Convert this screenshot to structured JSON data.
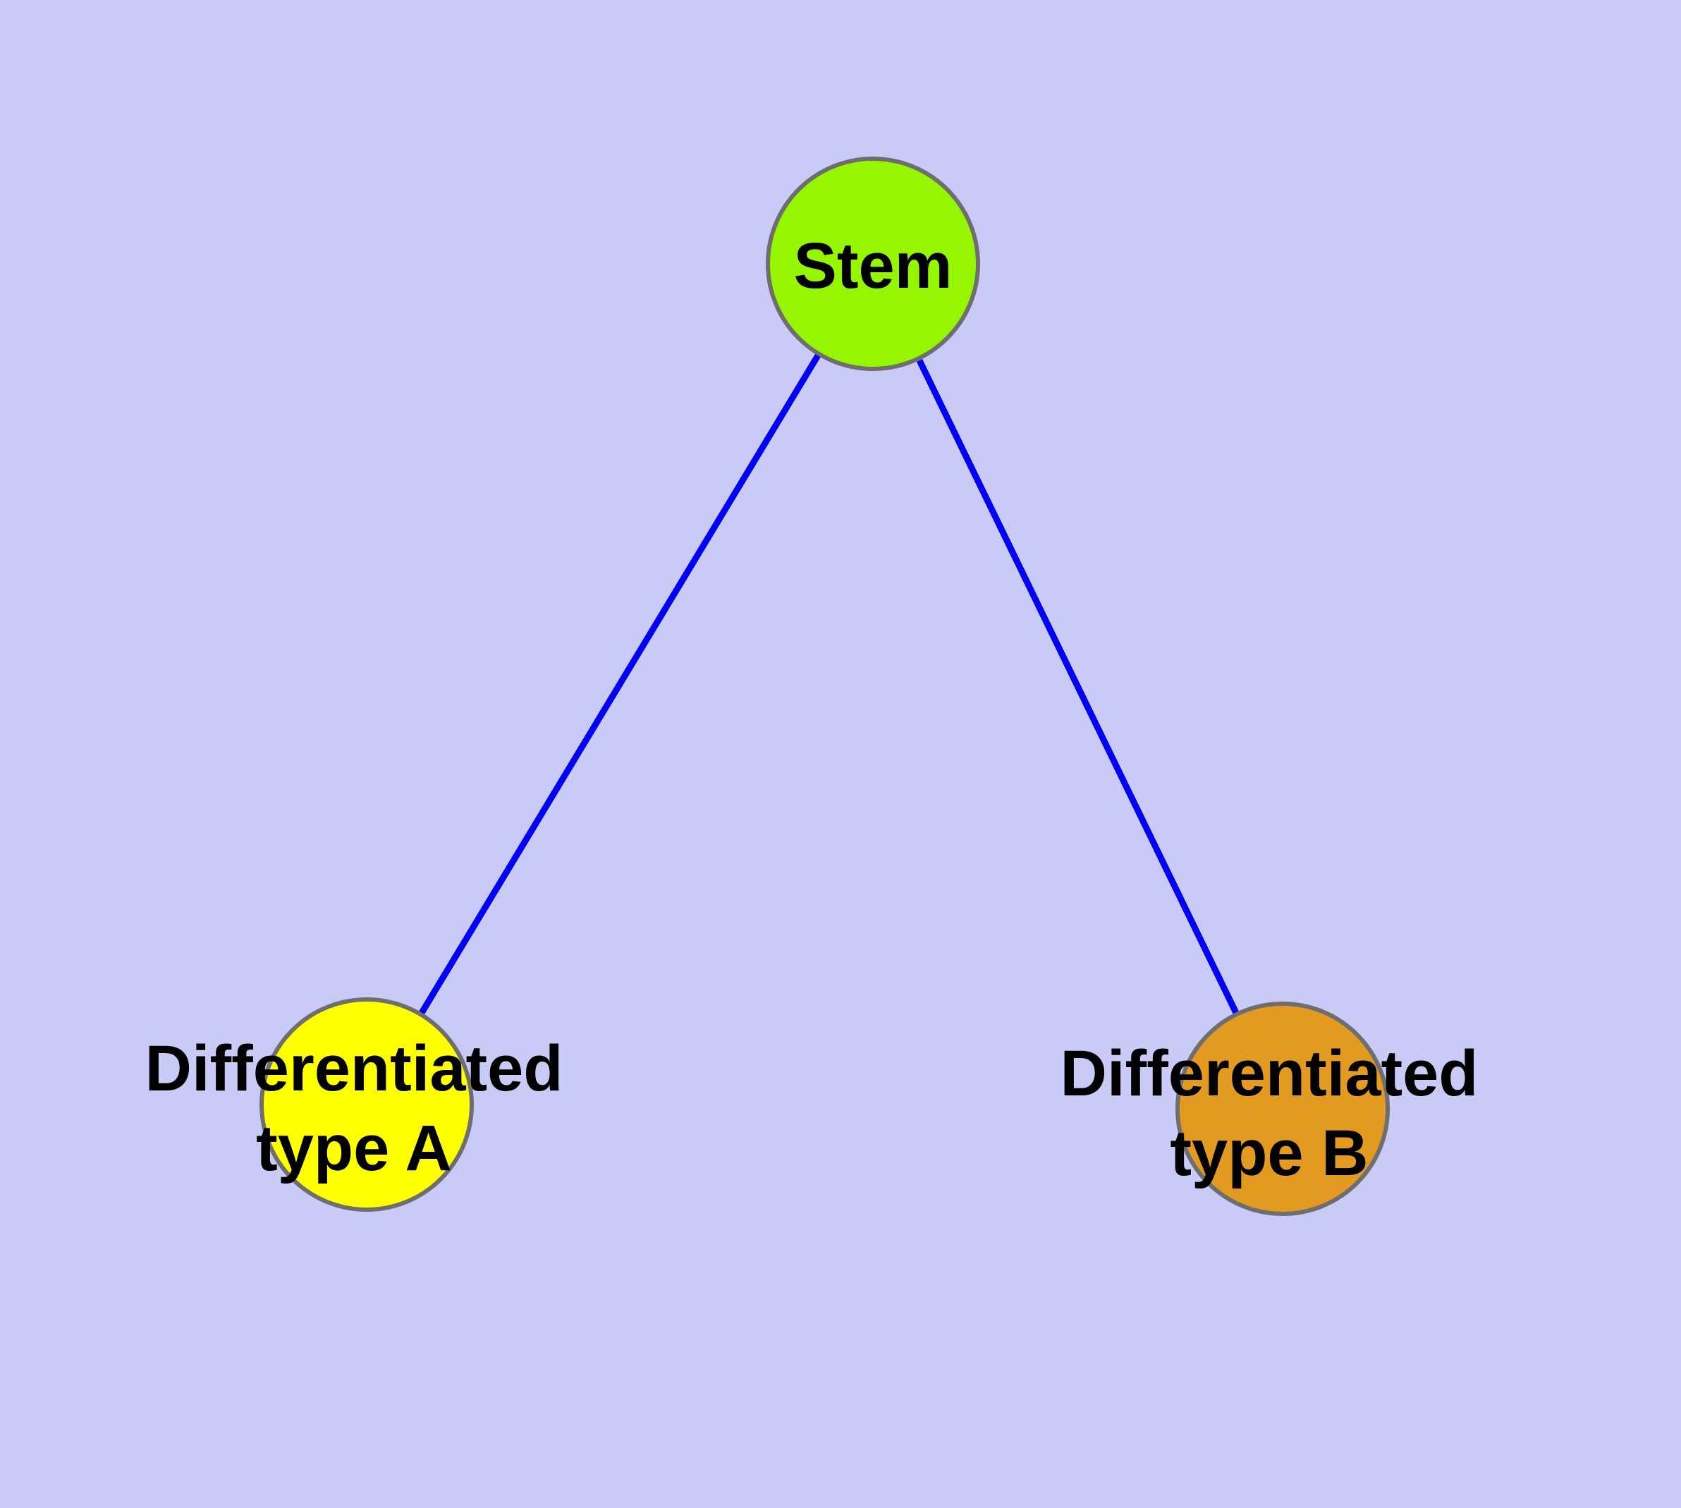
{
  "canvas": {
    "background": "#cacaf7"
  },
  "graph": {
    "text_color": "#000000",
    "node_border_color": "#6e6e6e",
    "edge_color": "#0000f5",
    "nodes": [
      {
        "id": "stem",
        "label": "Stem",
        "fill": "#96f500"
      },
      {
        "id": "type-a",
        "label_line1": "Differentiated",
        "label_line2": "type A",
        "fill": "#ffff00"
      },
      {
        "id": "type-b",
        "label_line1": "Differentiated",
        "label_line2": "type B",
        "fill": "#e39a21"
      }
    ],
    "edges": [
      {
        "from": "Stem",
        "to": "Differentiated type A"
      },
      {
        "from": "Stem",
        "to": "Differentiated type B"
      }
    ]
  }
}
